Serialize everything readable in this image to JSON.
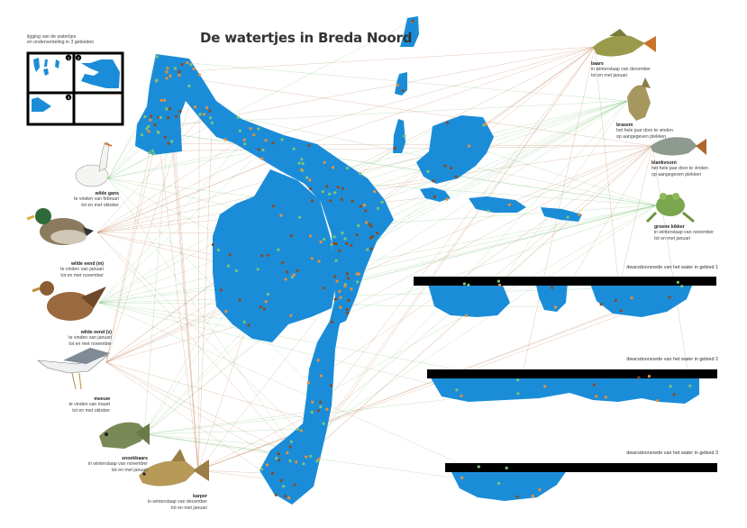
{
  "title": "De watertjes in Breda Noord",
  "legend": {
    "line1": "ligging van de watertjes",
    "line2": "en onderverdeling in 3 gebieden",
    "zone_numbers": [
      "1",
      "2",
      "3"
    ]
  },
  "colors": {
    "water": "#1b8dd8",
    "section_bar": "#000000",
    "link_line_green": "#6dbb6a",
    "link_line_brown": "#b86a3c",
    "dot_orange": "#e8903a",
    "dot_green": "#7cc47a",
    "dot_brown": "#8a4a22"
  },
  "animals_left": [
    {
      "name": "wilde gans",
      "line1": "te vinden van februari",
      "line2": "tot en met oktober",
      "icon": "goose-icon"
    },
    {
      "name": "wilde eend (m)",
      "line1": "te vinden van januari",
      "line2": "tot en met november",
      "icon": "mallard-male-icon"
    },
    {
      "name": "wilde eend (v)",
      "line1": "te vinden van januari",
      "line2": "tot en met november",
      "icon": "mallard-female-icon"
    },
    {
      "name": "meeuw",
      "line1": "te vinden van maart",
      "line2": "tot en met oktober",
      "icon": "gull-icon"
    },
    {
      "name": "snoekbaars",
      "line1": "in winterslaap van november",
      "line2": "tot en met januari",
      "icon": "zander-icon"
    },
    {
      "name": "karper",
      "line1": "in winterslaap van december",
      "line2": "tot en met januari",
      "icon": "carp-icon"
    }
  ],
  "animals_right": [
    {
      "name": "baars",
      "line1": "in winterslaap van december",
      "line2": "tot en met januari",
      "icon": "perch-icon"
    },
    {
      "name": "brasem",
      "line1": "het hele jaar door te vinden",
      "line2": "op aangegeven plekken",
      "icon": "bream-icon"
    },
    {
      "name": "blankvoorn",
      "line1": "het hele jaar door te vinden",
      "line2": "op aangegeven plekken",
      "icon": "roach-icon"
    },
    {
      "name": "groene kikker",
      "line1": "in winterslaap van november",
      "line2": "tot en met januari",
      "icon": "frog-icon"
    }
  ],
  "sections": [
    {
      "label": "dwarsdoorsnede van het water in gebied 1"
    },
    {
      "label": "dwarsdoorsnede van het water in gebied 2"
    },
    {
      "label": "dwarsdoorsnede van het water in gebied 3"
    }
  ]
}
